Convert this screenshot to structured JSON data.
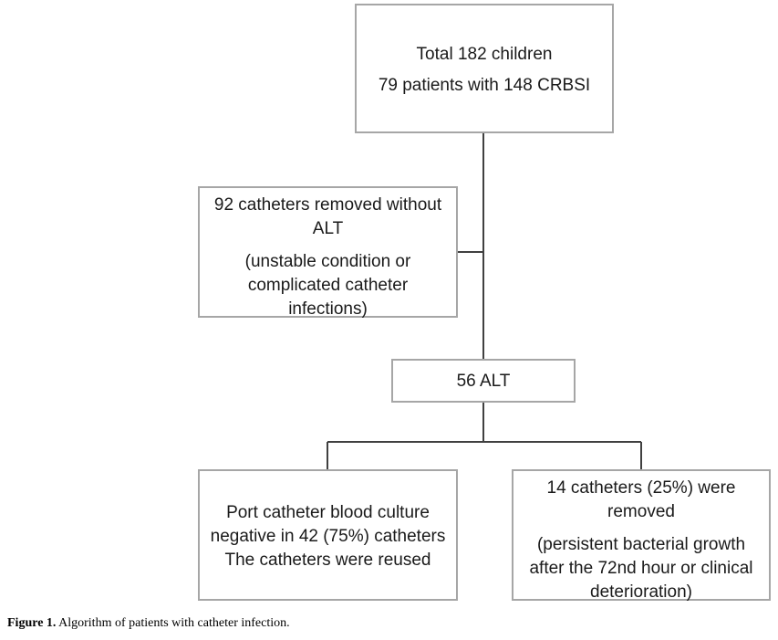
{
  "nodes": {
    "total": {
      "line1": "Total 182 children",
      "line2": "79 patients with 148 CRBSI"
    },
    "removed_without_alt": {
      "lines": [
        "92 catheters removed without",
        "ALT"
      ],
      "reason_lines": [
        "(unstable condition or",
        "complicated catheter",
        "infections)"
      ]
    },
    "alt": {
      "label": "56 ALT"
    },
    "negative_culture": {
      "lines": [
        "Port catheter blood culture",
        "negative in 42 (75%) catheters",
        "The catheters were reused"
      ]
    },
    "removed_14": {
      "lines": [
        "14 catheters (25%) were",
        "removed"
      ],
      "reason_lines": [
        "(persistent bacterial growth",
        "after the 72nd hour or clinical",
        "deterioration)"
      ]
    }
  },
  "caption": {
    "label": "Figure 1.",
    "text": " Algorithm of patients with catheter infection."
  },
  "colors": {
    "box_border": "#a6a6a6",
    "connector": "#404040",
    "text": "#1a1a1a"
  }
}
